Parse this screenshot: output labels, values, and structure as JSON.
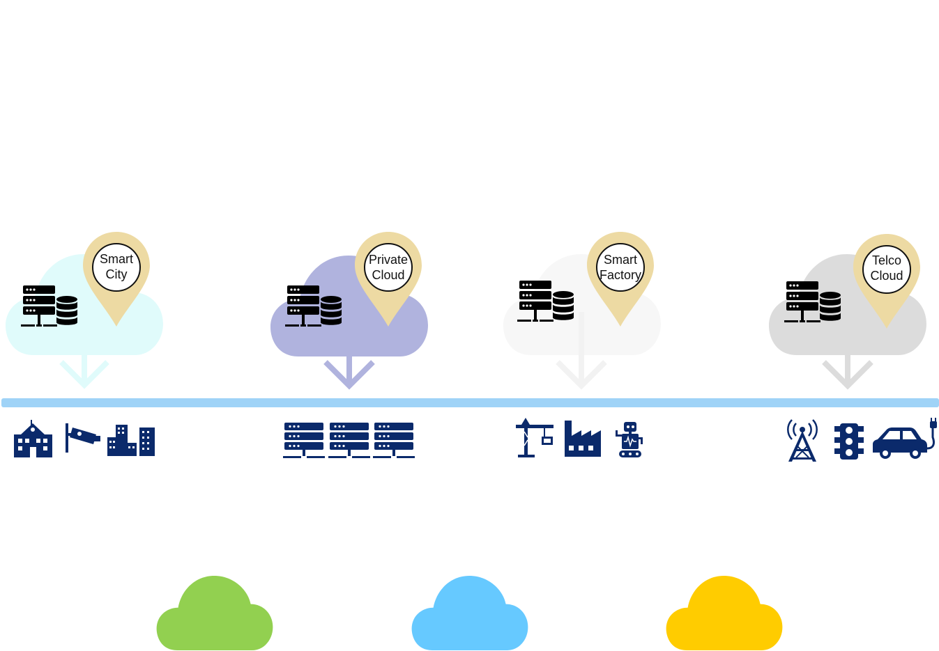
{
  "colors": {
    "navy": "#0b2a6b",
    "pin": "#eddaa3",
    "bus": "#9fd3f7",
    "smart_city_cloud": "#e0fbfb",
    "private_cloud": "#b0b3de",
    "smart_factory_cloud": "#f7f7f7",
    "telco_cloud": "#dcdcdc",
    "bottom_green": "#92d050",
    "bottom_blue": "#66c9ff",
    "bottom_yellow": "#ffcc00"
  },
  "clusters": [
    {
      "id": "smart-city",
      "label_lines": [
        "Smart",
        "City"
      ],
      "devices": [
        "school-icon",
        "cctv-camera-icon",
        "city-buildings-icon"
      ]
    },
    {
      "id": "private-cloud",
      "label_lines": [
        "Private",
        "Cloud"
      ],
      "devices": [
        "server-rack-icon",
        "server-rack-icon",
        "server-rack-icon"
      ]
    },
    {
      "id": "smart-factory",
      "label_lines": [
        "Smart",
        "Factory"
      ],
      "devices": [
        "crane-icon",
        "factory-icon",
        "robot-icon"
      ]
    },
    {
      "id": "telco-cloud",
      "label_lines": [
        "Telco",
        "Cloud"
      ],
      "devices": [
        "cell-tower-icon",
        "traffic-light-icon",
        "electric-car-icon"
      ]
    }
  ],
  "bottom_clouds": [
    "green-cloud",
    "blue-cloud",
    "yellow-cloud"
  ]
}
